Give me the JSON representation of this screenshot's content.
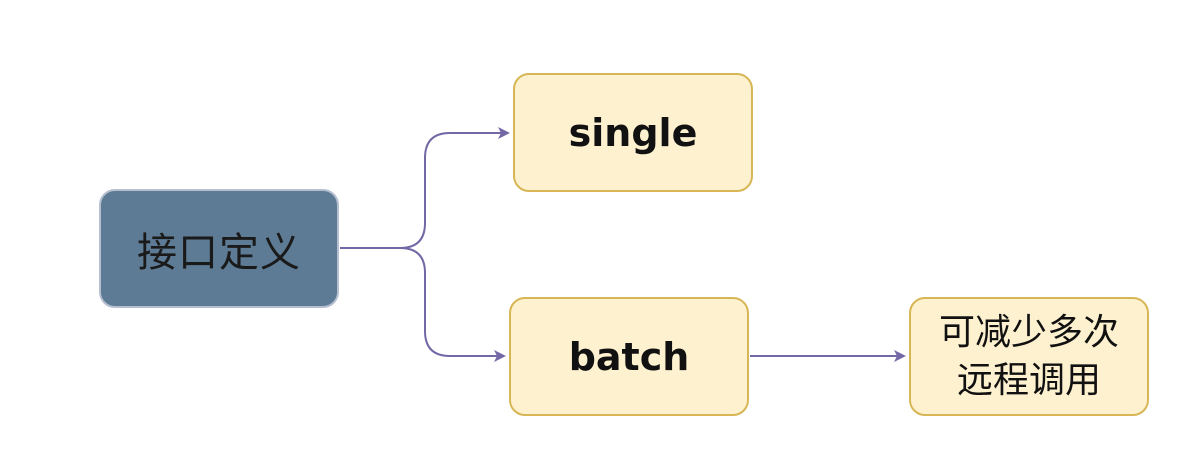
{
  "diagram": {
    "root": {
      "label": "接口定义"
    },
    "single": {
      "label": "single"
    },
    "batch": {
      "label": "batch"
    },
    "note": {
      "line1": "可减少多次",
      "line2": "远程调用"
    }
  },
  "colors": {
    "root_fill": "#5d7b95",
    "root_border": "#b6bfd0",
    "leaf_fill": "#fdf1cf",
    "leaf_border": "#d7b655",
    "connector": "#7367a6"
  }
}
